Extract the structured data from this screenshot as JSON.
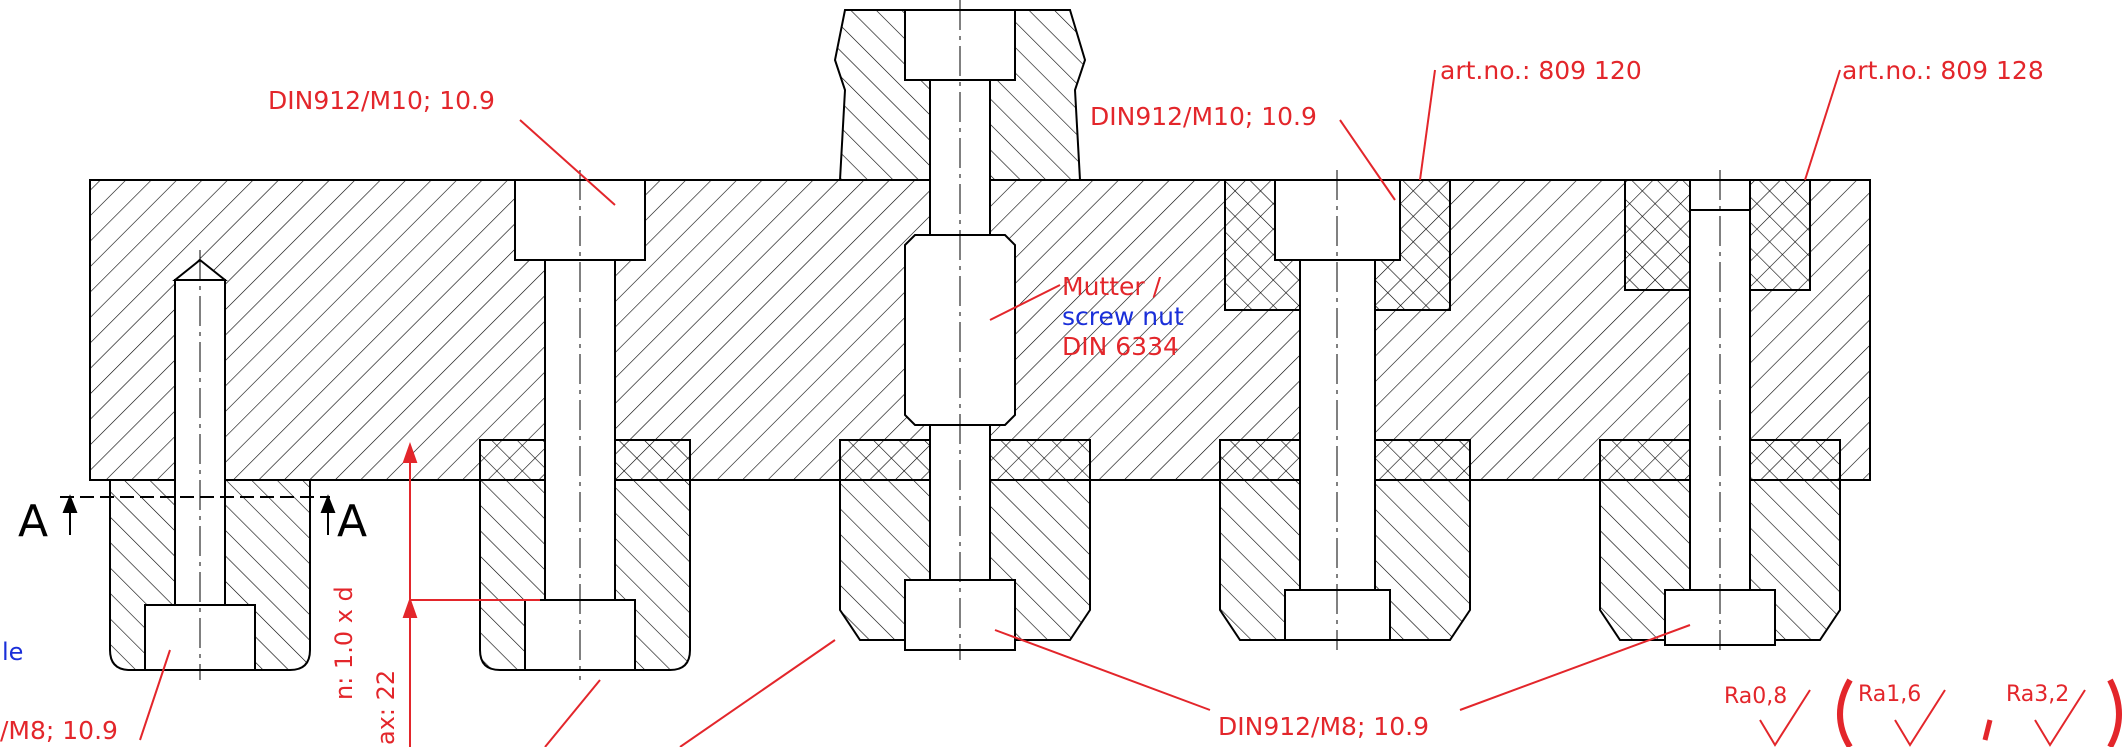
{
  "drawing": {
    "labels": {
      "din912_m10_left": "DIN912/M10; 10.9",
      "din912_m10_right": "DIN912/M10; 10.9",
      "art_no_1": "art.no.: 809 120",
      "art_no_2": "art.no.: 809 128",
      "mutter_line1": "Mutter /",
      "mutter_line2": "screw nut",
      "mutter_line3": "DIN 6334",
      "din912_m8_left": "/M8; 10.9",
      "din912_m8_bottom": "DIN912/M8; 10.9",
      "partial_blue": "le",
      "dim_vertical_1": "n: 1.0 x d",
      "dim_vertical_2": "ax: 22",
      "section_a_left": "A",
      "section_a_right": "A",
      "ra_1": "Ra0,8",
      "ra_2": "Ra1,6",
      "ra_3": "Ra3,2"
    },
    "colors": {
      "annotation": "#e3262b",
      "secondary_text": "#1a2fd9",
      "linework": "#000000"
    }
  }
}
